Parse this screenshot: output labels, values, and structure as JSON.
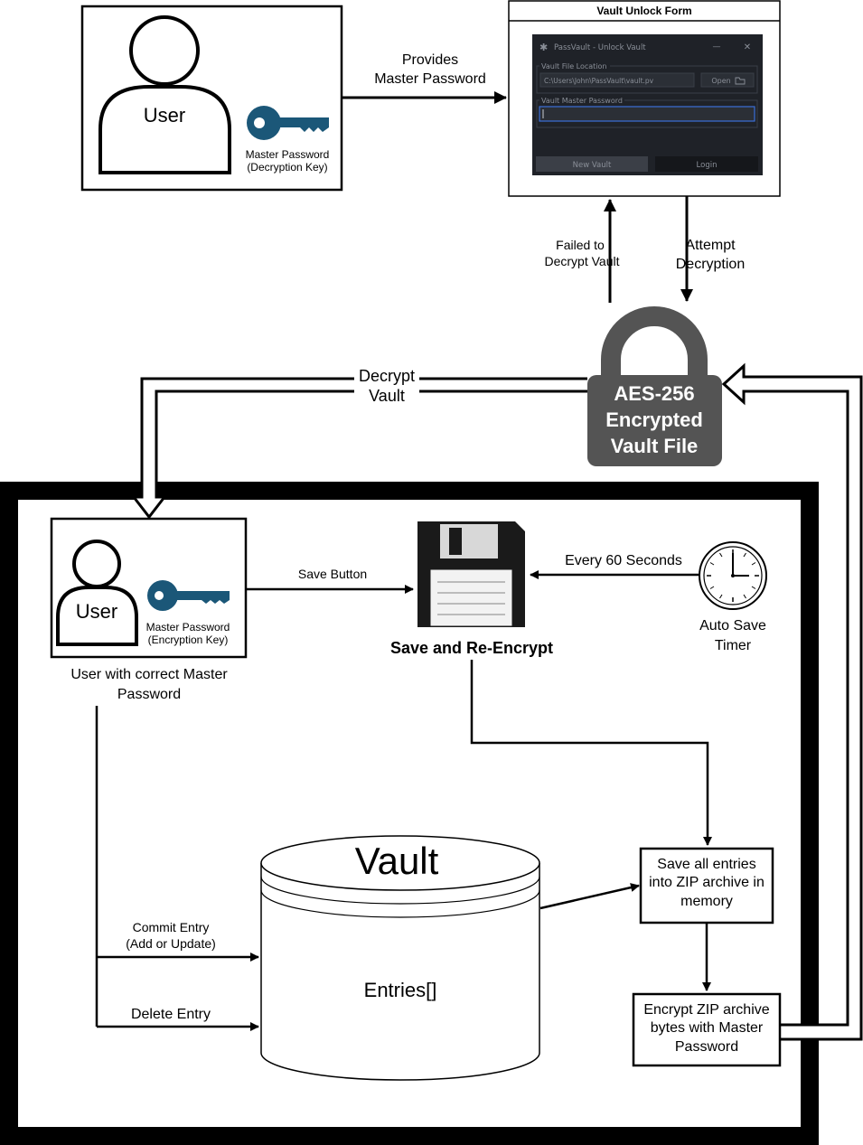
{
  "top_user": {
    "label": "User",
    "key_caption_line1": "Master Password",
    "key_caption_line2": "(Decryption Key)"
  },
  "edges": {
    "provides_line1": "Provides",
    "provides_line2": "Master Password",
    "failed_line1": "Failed to",
    "failed_line2": "Decrypt Vault",
    "attempt_line1": "Attempt",
    "attempt_line2": "Decryption",
    "decrypt_line1": "Decrypt",
    "decrypt_line2": "Vault",
    "save_button": "Save Button",
    "every_60": "Every 60 Seconds",
    "commit_line1": "Commit Entry",
    "commit_line2": "(Add or Update)",
    "delete_entry": "Delete Entry"
  },
  "unlock_form": {
    "caption": "Vault Unlock Form",
    "window_title": "PassVault - Unlock Vault",
    "minimize_glyph": "—",
    "close_glyph": "✕",
    "file_location_label": "Vault File Location",
    "file_path": "C:\\Users\\John\\PassVault\\vault.pv",
    "open_button": "Open",
    "master_password_label": "Vault Master Password",
    "new_vault_button": "New Vault",
    "login_button": "Login"
  },
  "lock": {
    "line1": "AES-256",
    "line2": "Encrypted",
    "line3": "Vault File"
  },
  "inner_user": {
    "label": "User",
    "key_caption_line1": "Master Password",
    "key_caption_line2": "(Encryption Key)",
    "caption_line1": "User with correct Master",
    "caption_line2": "Password"
  },
  "save": {
    "label": "Save and Re-Encrypt"
  },
  "timer": {
    "line1": "Auto Save",
    "line2": "Timer"
  },
  "vault": {
    "title": "Vault",
    "entries": "Entries[]"
  },
  "zip_box": {
    "line1": "Save all entries",
    "line2": "into ZIP archive in",
    "line3": "memory"
  },
  "encrypt_box": {
    "line1": "Encrypt ZIP archive",
    "line2": "bytes with Master",
    "line3": "Password"
  },
  "colors": {
    "key_blue": "#1b5778",
    "lock_gray": "#545454",
    "window_dark": "#1f2228",
    "field_dark": "#2b2f36",
    "focus_blue": "#3b6fd8"
  }
}
